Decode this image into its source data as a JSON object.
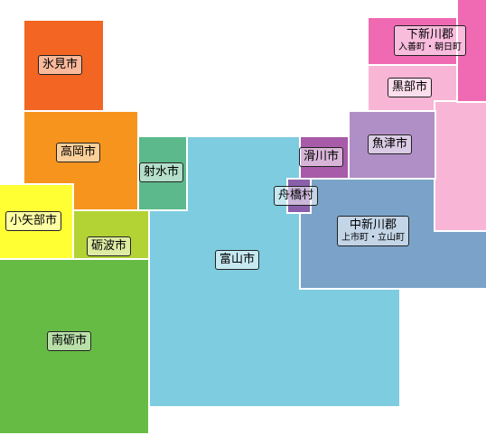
{
  "map": {
    "regions": {
      "himi": {
        "name": "氷見市",
        "color": "#f26522"
      },
      "takaoka": {
        "name": "高岡市",
        "color": "#f7941d"
      },
      "imizu": {
        "name": "射水市",
        "color": "#5bb98b"
      },
      "oyabe": {
        "name": "小矢部市",
        "color": "#ffff33"
      },
      "tonami": {
        "name": "砺波市",
        "color": "#b3d334"
      },
      "nanto": {
        "name": "南砺市",
        "color": "#66bb44"
      },
      "toyama": {
        "name": "富山市",
        "color": "#7ecce0"
      },
      "namerikawa": {
        "name": "滑川市",
        "color": "#a85ba8"
      },
      "funahashi": {
        "name": "舟橋村",
        "color": "#8a5faa"
      },
      "uozu": {
        "name": "魚津市",
        "color": "#b08fc6"
      },
      "kurobe": {
        "name": "黒部市",
        "color": "#f8b5d6"
      },
      "shimoniikawa": {
        "name": "下新川郡",
        "sub": "入善町・朝日町",
        "color": "#f06ab3"
      },
      "nakaniikawa": {
        "name": "中新川郡",
        "sub": "上市町・立山町",
        "color": "#7ba3c9"
      }
    }
  }
}
